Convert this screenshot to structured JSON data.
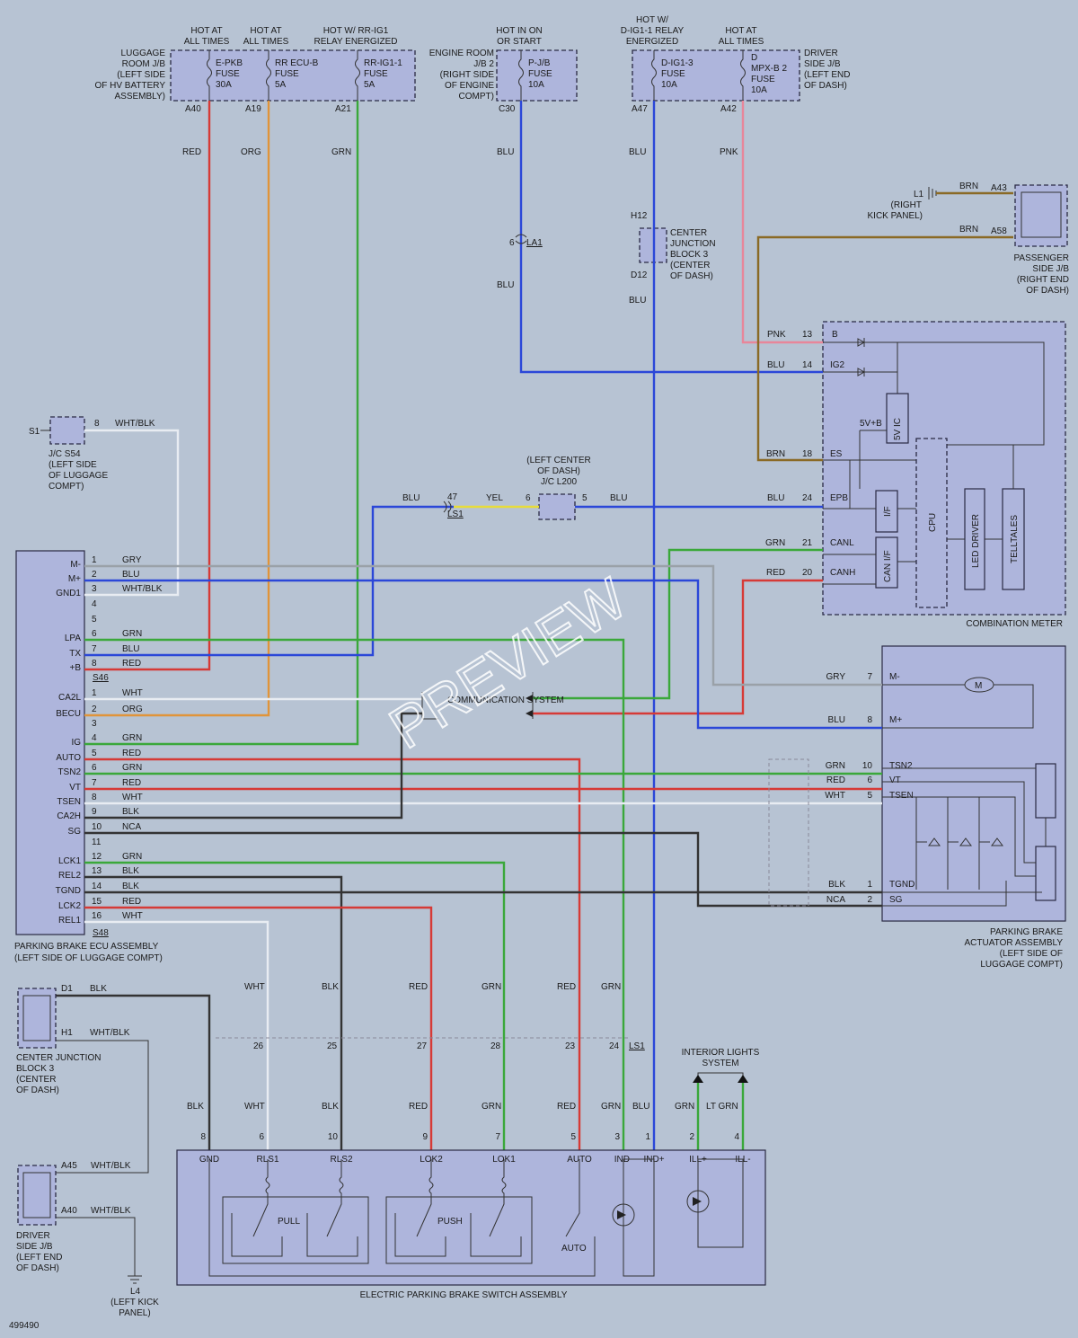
{
  "watermark": "PREVIEW",
  "doc_id": "499490",
  "colors": {
    "RED": "#d63a36",
    "ORG": "#e0943a",
    "GRN": "#3aa83a",
    "BLU": "#2b47d8",
    "PNK": "#e8869a",
    "BRN": "#8a6a25",
    "GRY": "#9aa1a8",
    "WHT": "#e8ecf2",
    "BLK": "#333333",
    "YEL": "#e7dc3a"
  },
  "top_sources": {
    "luggage_jb": {
      "lines": [
        "LUGGAGE",
        "ROOM J/B",
        "(LEFT SIDE",
        "OF HV BATTERY",
        "ASSEMBLY)"
      ]
    },
    "epkb": {
      "hot": [
        "HOT AT",
        "ALL TIMES"
      ],
      "fuse": [
        "E-PKB",
        "FUSE",
        "30A"
      ],
      "pin": "A40"
    },
    "rr_ecu_b": {
      "hot": [
        "HOT AT",
        "ALL TIMES"
      ],
      "fuse": [
        "RR ECU-B",
        "FUSE",
        "5A"
      ],
      "pin": "A19"
    },
    "rr_ig1": {
      "hot": [
        "HOT W/ RR-IG1",
        "RELAY ENERGIZED"
      ],
      "fuse": [
        "RR-IG1-1",
        "FUSE",
        "5A"
      ],
      "pin": "A21"
    },
    "engine_jb": {
      "lines": [
        "ENGINE ROOM",
        "J/B 2",
        "(RIGHT SIDE",
        "OF ENGINE",
        "COMPT)"
      ]
    },
    "pjb": {
      "hot": [
        "HOT IN ON",
        "OR START"
      ],
      "fuse": [
        "P-J/B",
        "FUSE",
        "10A"
      ],
      "pin": "C30"
    },
    "dig1": {
      "hot": [
        "HOT W/",
        "D-IG1-1 RELAY",
        "ENERGIZED"
      ],
      "fuse": [
        "D-IG1-3",
        "FUSE",
        "10A"
      ],
      "pin": "A47"
    },
    "mpxb2": {
      "hot": [
        "HOT AT",
        "ALL TIMES"
      ],
      "fuse": [
        "D",
        "MPX-B 2",
        "FUSE",
        "10A"
      ],
      "pin": "A42"
    },
    "driver_jb": {
      "lines": [
        "DRIVER",
        "SIDE J/B",
        "(LEFT END",
        "OF DASH)"
      ]
    }
  },
  "wire_labels": {
    "red": "RED",
    "org": "ORG",
    "grn": "GRN",
    "blu": "BLU",
    "pnk": "PNK",
    "brn": "BRN",
    "wht": "WHT",
    "blk": "BLK",
    "gry": "GRY",
    "yel": "YEL",
    "nca": "NCA",
    "whtblk": "WHT/BLK",
    "ltgrn": "LT GRN"
  },
  "connectors": {
    "la1_pin": "6",
    "la1": "LA1",
    "ls1_pin": "47",
    "ls1": "LS1",
    "l200_left": "6",
    "l200_right": "5",
    "l200_label": [
      "(LEFT CENTER",
      "OF DASH)",
      "J/C L200"
    ],
    "s1": "S1",
    "s1_pin": "8",
    "s54_label": [
      "J/C S54",
      "(LEFT SIDE",
      "OF LUGGAGE",
      "COMPT)"
    ],
    "cjb3": {
      "h12": "H12",
      "d12": "D12",
      "lines": [
        "CENTER",
        "JUNCTION",
        "BLOCK 3",
        "(CENTER",
        "OF DASH)"
      ]
    },
    "l1": "L1",
    "l1_label": [
      "(RIGHT",
      "KICK PANEL)"
    ],
    "a43": "A43",
    "a58": "A58",
    "passenger_jb": [
      "PASSENGER",
      "SIDE J/B",
      "(RIGHT END",
      "OF DASH)"
    ]
  },
  "combination_meter": {
    "title": "COMBINATION METER",
    "pins": [
      {
        "num": "13",
        "name": "B"
      },
      {
        "num": "14",
        "name": "IG2"
      },
      {
        "num": "18",
        "name": "ES"
      },
      {
        "num": "24",
        "name": "EPB"
      },
      {
        "num": "21",
        "name": "CANL"
      },
      {
        "num": "20",
        "name": "CANH"
      }
    ],
    "blocks": {
      "ic": "5V IC",
      "v5b": "5V+B",
      "if": "I/F",
      "canif": "CAN I/F",
      "cpu": "CPU",
      "led": "LED DRIVER",
      "tell": "TELLTALES"
    }
  },
  "ecu": {
    "title": [
      "PARKING BRAKE ECU ASSEMBLY",
      "(LEFT SIDE OF LUGGAGE COMPT)"
    ],
    "s46": "S46",
    "s48": "S48",
    "g1": [
      {
        "pin": "1",
        "name": "M-",
        "wire": "GRY"
      },
      {
        "pin": "2",
        "name": "M+",
        "wire": "BLU"
      },
      {
        "pin": "3",
        "name": "GND1",
        "wire": "WHT/BLK"
      },
      {
        "pin": "4",
        "name": "",
        "wire": ""
      },
      {
        "pin": "5",
        "name": "",
        "wire": ""
      },
      {
        "pin": "6",
        "name": "LPA",
        "wire": "GRN"
      },
      {
        "pin": "7",
        "name": "TX",
        "wire": "BLU"
      },
      {
        "pin": "8",
        "name": "+B",
        "wire": "RED"
      }
    ],
    "g2": [
      {
        "pin": "1",
        "name": "CA2L",
        "wire": "WHT"
      },
      {
        "pin": "2",
        "name": "BECU",
        "wire": "ORG"
      },
      {
        "pin": "3",
        "name": "",
        "wire": ""
      },
      {
        "pin": "4",
        "name": "IG",
        "wire": "GRN"
      },
      {
        "pin": "5",
        "name": "AUTO",
        "wire": "RED"
      },
      {
        "pin": "6",
        "name": "TSN2",
        "wire": "GRN"
      },
      {
        "pin": "7",
        "name": "VT",
        "wire": "RED"
      },
      {
        "pin": "8",
        "name": "TSEN",
        "wire": "WHT"
      },
      {
        "pin": "9",
        "name": "CA2H",
        "wire": "BLK"
      },
      {
        "pin": "10",
        "name": "SG",
        "wire": "NCA"
      },
      {
        "pin": "11",
        "name": "",
        "wire": ""
      },
      {
        "pin": "12",
        "name": "LCK1",
        "wire": "GRN"
      },
      {
        "pin": "13",
        "name": "REL2",
        "wire": "BLK"
      },
      {
        "pin": "14",
        "name": "TGND",
        "wire": "BLK"
      },
      {
        "pin": "15",
        "name": "LCK2",
        "wire": "RED"
      },
      {
        "pin": "16",
        "name": "REL1",
        "wire": "WHT"
      }
    ]
  },
  "comm_system": "COMMUNICATION SYSTEM",
  "actuator": {
    "title": [
      "PARKING BRAKE",
      "ACTUATOR ASSEMBLY",
      "(LEFT SIDE OF",
      "LUGGAGE COMPT)"
    ],
    "pins": [
      {
        "num": "7",
        "name": "M-",
        "wire": "GRY"
      },
      {
        "num": "8",
        "name": "M+",
        "wire": "BLU"
      },
      {
        "num": "10",
        "name": "TSN2",
        "wire": "GRN"
      },
      {
        "num": "6",
        "name": "VT",
        "wire": "RED"
      },
      {
        "num": "5",
        "name": "TSEN",
        "wire": "WHT"
      },
      {
        "num": "1",
        "name": "TGND",
        "wire": "BLK"
      },
      {
        "num": "2",
        "name": "SG",
        "wire": "NCA"
      }
    ],
    "motor": "M"
  },
  "bottom": {
    "cjb3_lines": [
      "CENTER JUNCTION",
      "BLOCK 3",
      "(CENTER",
      "OF DASH)"
    ],
    "d1": "D1",
    "h1": "H1",
    "driver_jb_lines": [
      "DRIVER",
      "SIDE J/B",
      "(LEFT END",
      "OF DASH)"
    ],
    "a45": "A45",
    "a40": "A40",
    "l4": "L4",
    "l4_label": [
      "(LEFT KICK",
      "PANEL)"
    ],
    "ls1": "LS1",
    "ls1_pins": [
      "26",
      "25",
      "27",
      "28",
      "23",
      "24"
    ],
    "interior": [
      "INTERIOR LIGHTS",
      "SYSTEM"
    ]
  },
  "switch": {
    "title": "ELECTRIC PARKING BRAKE SWITCH ASSEMBLY",
    "pins": [
      {
        "num": "8",
        "name": "GND"
      },
      {
        "num": "6",
        "name": "RLS1"
      },
      {
        "num": "10",
        "name": "RLS2"
      },
      {
        "num": "9",
        "name": "LOK2"
      },
      {
        "num": "7",
        "name": "LOK1"
      },
      {
        "num": "5",
        "name": "AUTO"
      },
      {
        "num": "3",
        "name": "IND-"
      },
      {
        "num": "1",
        "name": "IND+"
      },
      {
        "num": "2",
        "name": "ILL+"
      },
      {
        "num": "4",
        "name": "ILL-"
      }
    ],
    "pull": "PULL",
    "push": "PUSH",
    "auto": "AUTO"
  }
}
